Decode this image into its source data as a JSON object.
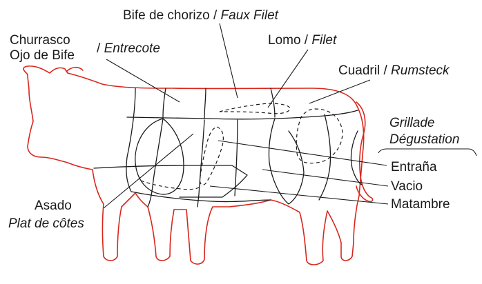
{
  "diagram": {
    "colors": {
      "outline": "#d9261c",
      "cuts": "#1a1a1a",
      "background": "#ffffff"
    },
    "labels": {
      "bife_de_chorizo": {
        "es": "Bife de chorizo",
        "sep": " / ",
        "fr": "Faux Filet"
      },
      "churrasco": {
        "line1": "Churrasco",
        "line2": "Ojo de Bife",
        "sep": "/ ",
        "fr": "Entrecote"
      },
      "lomo": {
        "es": "Lomo",
        "sep": " / ",
        "fr": "Filet"
      },
      "cuadril": {
        "es": "Cuadril",
        "sep": " / ",
        "fr": "Rumsteck"
      },
      "grillade": {
        "line1": "Grillade",
        "line2": "Dégustation"
      },
      "entrana": "Entraña",
      "vacio": "Vacio",
      "matambre": "Matambre",
      "asado": {
        "es": "Asado",
        "fr": "Plat de côtes"
      }
    }
  }
}
